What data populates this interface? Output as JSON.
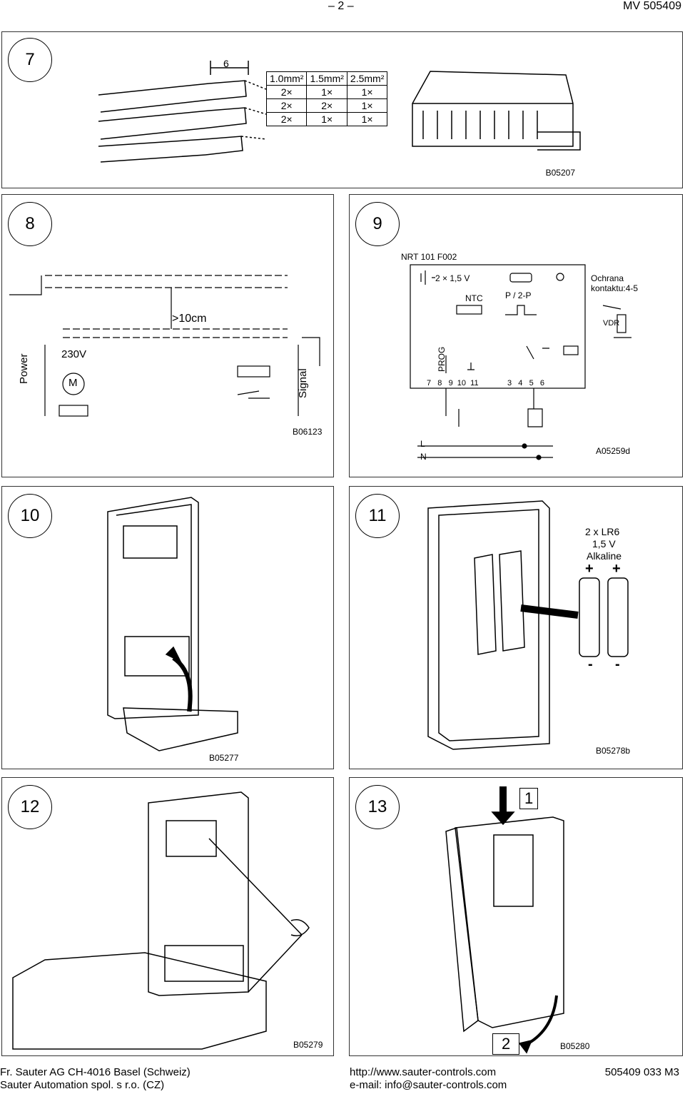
{
  "header": {
    "page": "– 2 –",
    "doc_id": "MV 505409"
  },
  "panel7": {
    "number": "7",
    "strip_length": "6",
    "wire_table": [
      [
        "1.0mm²",
        "1.5mm²",
        "2.5mm²"
      ],
      [
        "2×",
        "1×",
        "1×"
      ],
      [
        "2×",
        "2×",
        "1×"
      ],
      [
        "2×",
        "1×",
        "1×"
      ]
    ],
    "ref": "B05207"
  },
  "panel8": {
    "number": "8",
    "distance": ">10cm",
    "voltage": "230V",
    "power": "Power",
    "motor": "M",
    "signal": "Signal",
    "ref": "B06123"
  },
  "panel9": {
    "number": "9",
    "model": "NRT 101 F002",
    "battery": "2 × 1,5 V",
    "ntc": "NTC",
    "p2p": "P / 2-P",
    "protection": "Ochrana kontaktu:4-5",
    "vdr": "VDR",
    "prog": "PROG",
    "terminals_left": "7   8   9  10  11",
    "terminals_right": "3   4   5   6",
    "l": "L",
    "n": "N",
    "ref": "A05259d"
  },
  "panel10": {
    "number": "10",
    "ref": "B05277"
  },
  "panel11": {
    "number": "11",
    "battery_line1": "2 x LR6",
    "battery_line2": "1,5 V",
    "battery_line3": "Alkaline",
    "plus": "+",
    "minus": "-",
    "ref": "B05278b"
  },
  "panel12": {
    "number": "12",
    "ref": "B05279"
  },
  "panel13": {
    "number": "13",
    "step1": "1",
    "step2": "2",
    "ref": "B05280"
  },
  "footer": {
    "company1": "Fr. Sauter AG CH-4016 Basel (Schweiz)",
    "company2": "Sauter Automation spol. s r.o. (CZ)",
    "url": "http://www.sauter-controls.com",
    "email": "e-mail: info@sauter-controls.com",
    "code": "505409 033 M3"
  }
}
